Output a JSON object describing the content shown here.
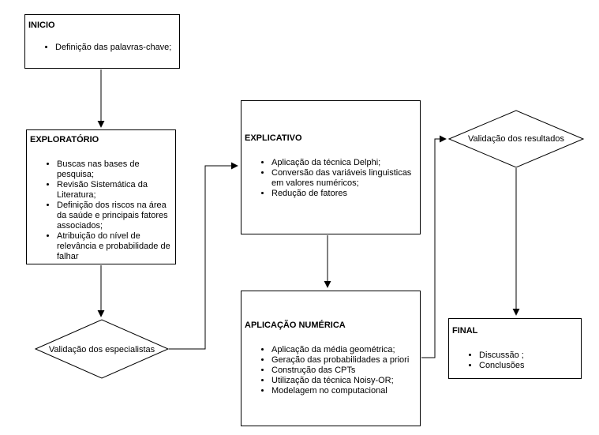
{
  "diagram": {
    "background": "#ffffff",
    "stroke_color": "#000000",
    "text_color": "#000000",
    "nodes": {
      "inicio": {
        "title": "INICIO",
        "items": [
          "Definição das palavras-chave;"
        ]
      },
      "exploratorio": {
        "title": "EXPLORATÓRIO",
        "items": [
          "Buscas nas bases de pesquisa;",
          "Revisão Sistemática da Literatura;",
          "Definição dos riscos na área da saúde e principais fatores associados;",
          "Atribuição do nível de relevância e probabilidade de falhar"
        ]
      },
      "validacao_especialistas": {
        "label": "Validação dos especialistas"
      },
      "explicativo": {
        "title": "EXPLICATIVO",
        "items": [
          "Aplicação da técnica Delphi;",
          "Conversão das variáveis linguisticas em valores numéricos;",
          "Redução de fatores"
        ]
      },
      "aplicacao_numerica": {
        "title": "APLICAÇÃO NUMÉRICA",
        "items": [
          "Aplicação da média geométrica;",
          "Geração das probabilidades a priori",
          "Construção das CPTs",
          "Utilização da técnica Noisy-OR;",
          "Modelagem no computacional"
        ]
      },
      "validacao_resultados": {
        "label": "Validação dos resultados"
      },
      "final": {
        "title": "FINAL",
        "items": [
          "Discussão ;",
          "Conclusões"
        ]
      }
    }
  }
}
